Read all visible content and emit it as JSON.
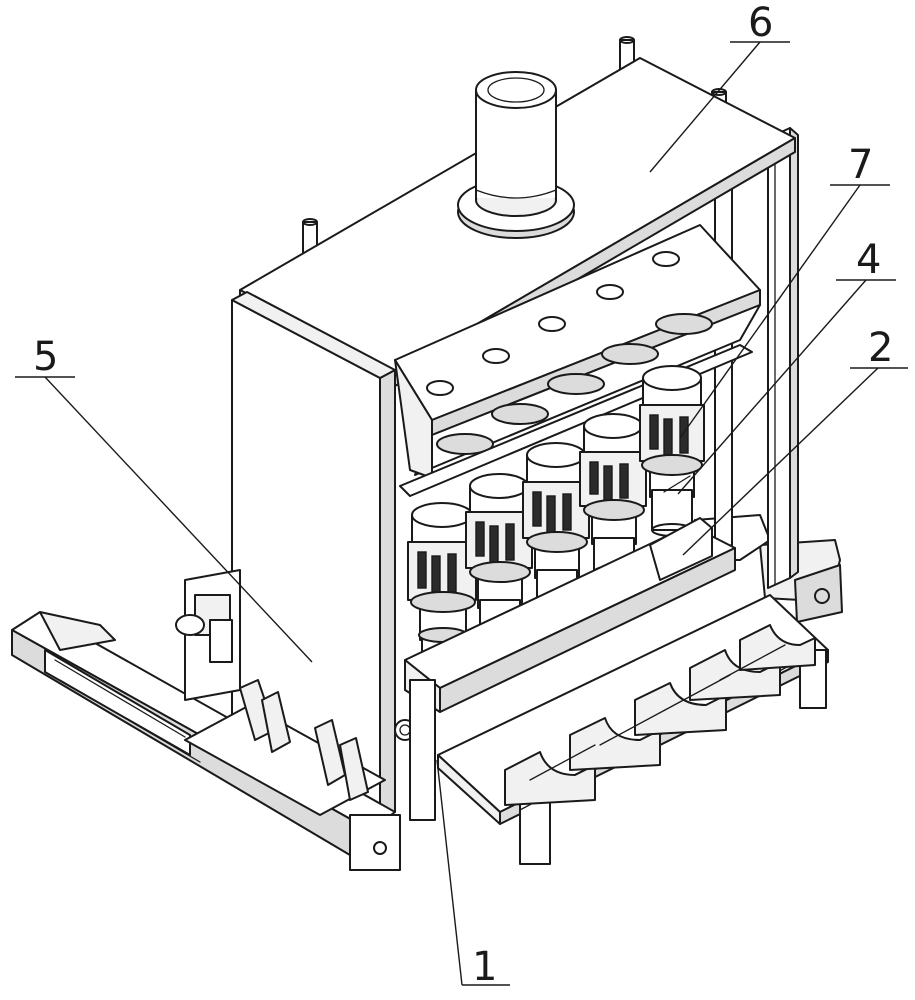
{
  "callouts": [
    {
      "id": "1",
      "text": "1"
    },
    {
      "id": "2",
      "text": "2"
    },
    {
      "id": "4",
      "text": "4"
    },
    {
      "id": "5",
      "text": "5"
    },
    {
      "id": "6",
      "text": "6"
    },
    {
      "id": "7",
      "text": "7"
    }
  ],
  "colors": {
    "line": "#1a1a1a",
    "background": "#ffffff",
    "shade_light": "#f1f1f1",
    "shade_mid": "#dcdcdc",
    "shade_dark": "#bdbdbd"
  }
}
